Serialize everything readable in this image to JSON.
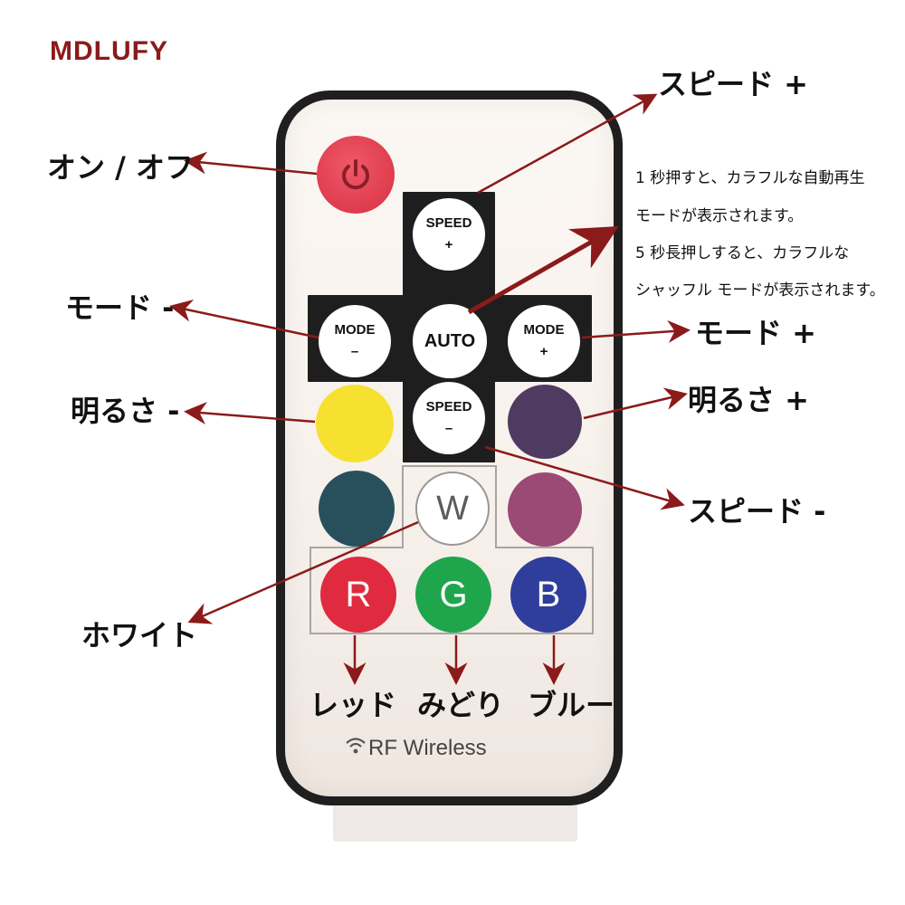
{
  "brand": "MDLUFY",
  "labels": {
    "power": "オン / オフ",
    "speed_plus": "スピード +",
    "mode_minus": "モード -",
    "mode_plus": "モード +",
    "bright_minus": "明るさ -",
    "bright_plus": "明るさ +",
    "speed_minus": "スピード -",
    "white": "ホワイト",
    "red": "レッド",
    "green": "みどり",
    "blue": "ブルー"
  },
  "auto_note": [
    "1 秒押すと、カラフルな自動再生",
    "モードが表示されます。",
    "5 秒長押しすると、カラフルな",
    "シャッフル モードが表示されます。"
  ],
  "remote": {
    "speed_up": [
      "SPEED",
      "+"
    ],
    "speed_down": [
      "SPEED",
      "–"
    ],
    "mode_down": [
      "MODE",
      "–"
    ],
    "mode_up": [
      "MODE",
      "+"
    ],
    "auto": "AUTO",
    "white": "W",
    "red": "R",
    "green": "G",
    "blue": "B",
    "wireless": "RF Wireless"
  },
  "icons": [
    "power-icon",
    "wifi-icon"
  ],
  "colors": {
    "accent": "#8b1a1a",
    "power": "#e33b4e",
    "yellow": "#f6e130",
    "purple": "#4f3a62",
    "teal": "#27505c",
    "magenta": "#9a4a74",
    "red": "#e02a3f",
    "green": "#1fa64d",
    "blue": "#2f3d9c"
  }
}
